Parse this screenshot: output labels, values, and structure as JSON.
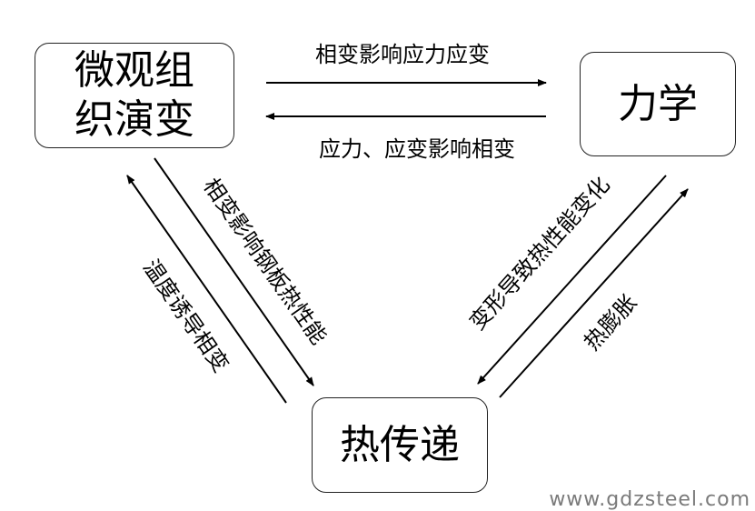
{
  "nodes": {
    "microstructure": "微观组织演变",
    "mechanics": "力学",
    "heat_transfer": "热传递"
  },
  "edges": {
    "micro_to_mech": "相变影响应力应变",
    "mech_to_micro": "应力、应变影响相变",
    "micro_to_heat": "相变影响钢板热性能",
    "heat_to_micro": "温度诱导相变",
    "mech_to_heat": "变形导致热性能变化",
    "heat_to_mech": "热膨胀"
  },
  "watermark": "www.gdzsteel.com"
}
